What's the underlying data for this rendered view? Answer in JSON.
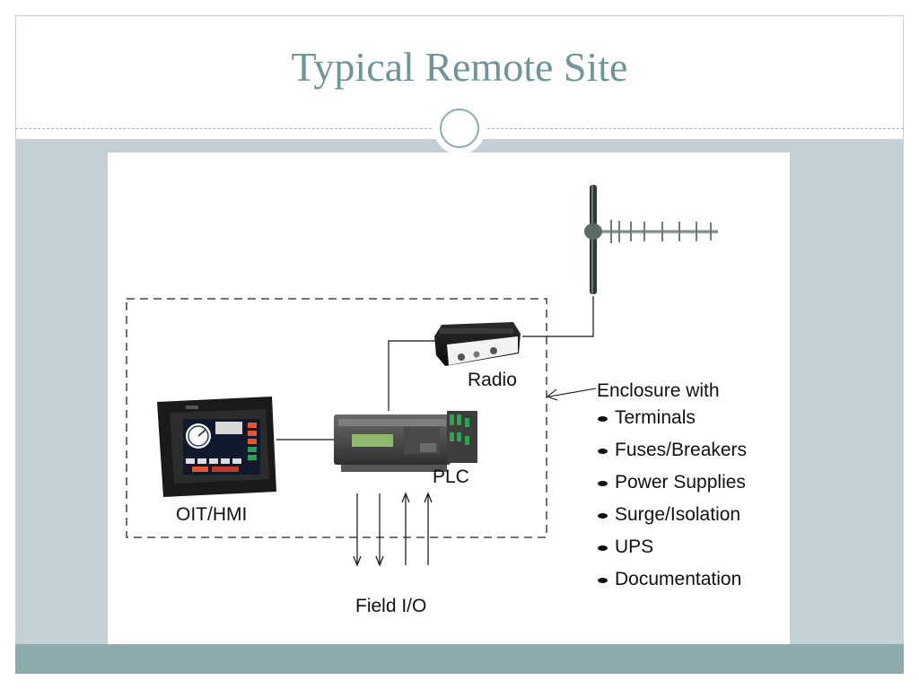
{
  "slide": {
    "title": "Typical Remote Site"
  },
  "diagram": {
    "labels": {
      "radio": "Radio",
      "plc": "PLC",
      "hmi": "OIT/HMI",
      "field_io": "Field I/O",
      "enclosure": "Enclosure with"
    },
    "enclosure_items": [
      "Terminals",
      "Fuses/Breakers",
      "Power Supplies",
      "Surge/Isolation",
      "UPS",
      "Documentation"
    ]
  },
  "colors": {
    "title": "#6f9596",
    "body_band": "#c3d0d6",
    "footer_band": "#8dabad"
  }
}
